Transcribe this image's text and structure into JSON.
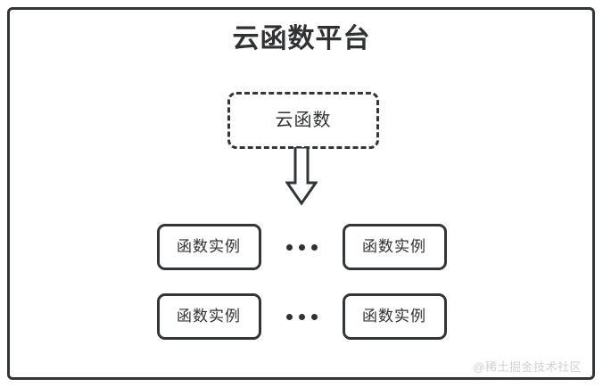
{
  "diagram": {
    "type": "block-diagram",
    "title": "云函数平台",
    "node": {
      "label": "云函数",
      "border_style": "dashed"
    },
    "arrow": {
      "icon": "down-block-arrow",
      "direction": "down"
    },
    "rows": [
      {
        "left_instance": "函数实例",
        "ellipsis": "...",
        "right_instance": "函数实例"
      },
      {
        "left_instance": "函数实例",
        "ellipsis": "...",
        "right_instance": "函数实例"
      }
    ],
    "watermark": "@稀土掘金技术社区",
    "colors": {
      "stroke": "#333639",
      "text": "#2f3133",
      "background": "#ffffff",
      "watermark": "#cfd1d3"
    }
  }
}
